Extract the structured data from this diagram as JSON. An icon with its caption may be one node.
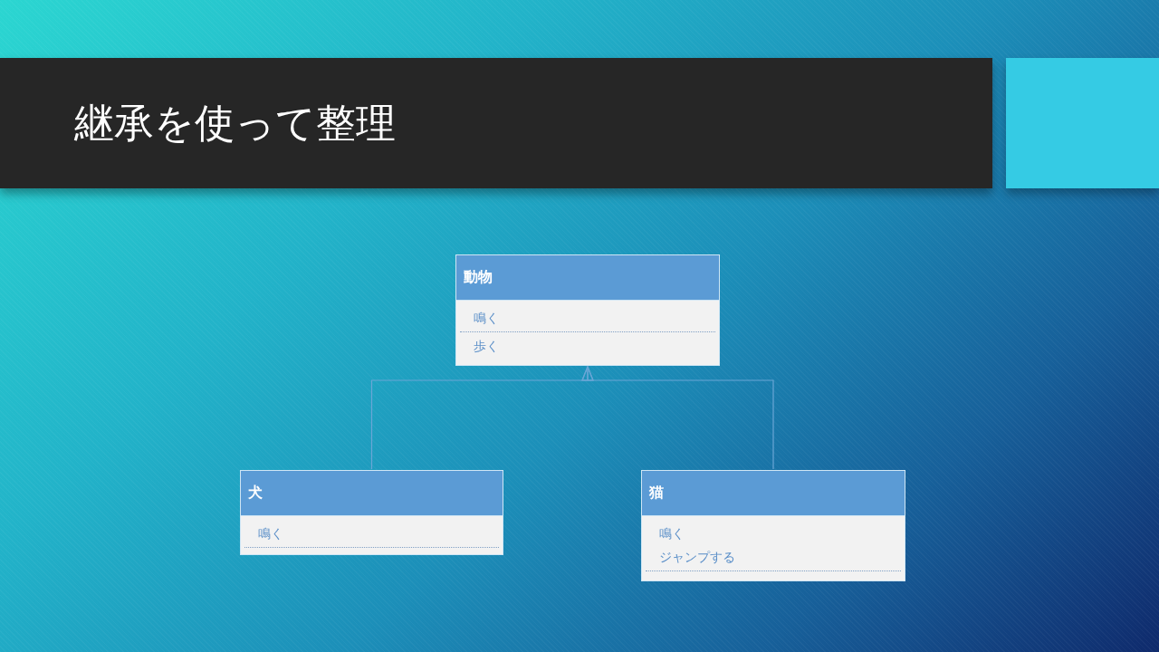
{
  "diagram": {
    "title": "継承を使って整理",
    "nodes": [
      {
        "text": [
          "動物",
          "鳴く",
          "歩く"
        ]
      },
      {
        "text": [
          "犬",
          "鳴く"
        ]
      },
      {
        "text": [
          "猫",
          "鳴く",
          "ジャンプする"
        ]
      }
    ],
    "edges": [
      {
        "from": 1,
        "to": 0,
        "arrow": "to"
      },
      {
        "from": 2,
        "to": 0,
        "arrow": "to"
      }
    ]
  }
}
